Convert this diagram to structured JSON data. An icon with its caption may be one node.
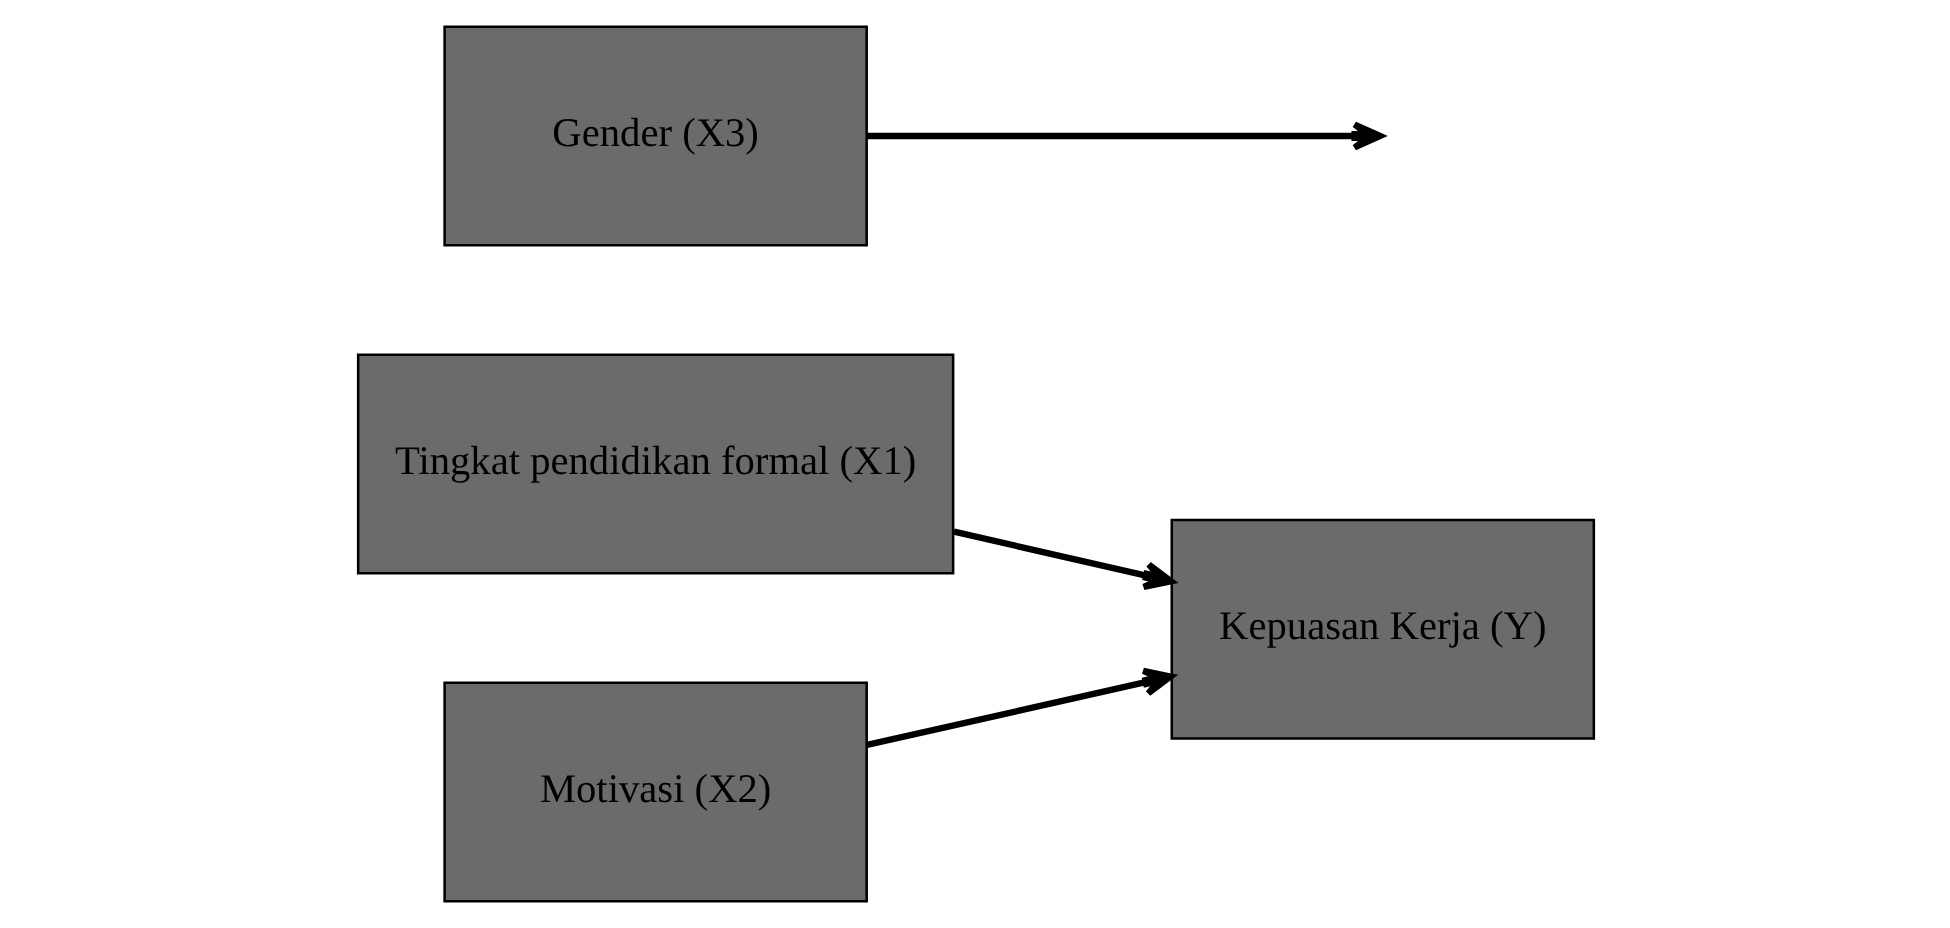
{
  "diagram": {
    "nodes": [
      {
        "text": [
          "Tingkat pendidikan formal (X1)"
        ]
      },
      {
        "text": [
          "Motivasi (X2)"
        ]
      },
      {
        "text": [
          "Kepuasan Kerja (Y)"
        ]
      },
      {
        "text": [
          "Gender (X3)"
        ]
      }
    ],
    "edges": [
      {
        "from": 0,
        "to": 2,
        "arrow": "to"
      },
      {
        "from": 1,
        "to": 2,
        "arrow": "to"
      },
      {
        "from": 3,
        "to": null,
        "arrow": "to"
      }
    ]
  }
}
